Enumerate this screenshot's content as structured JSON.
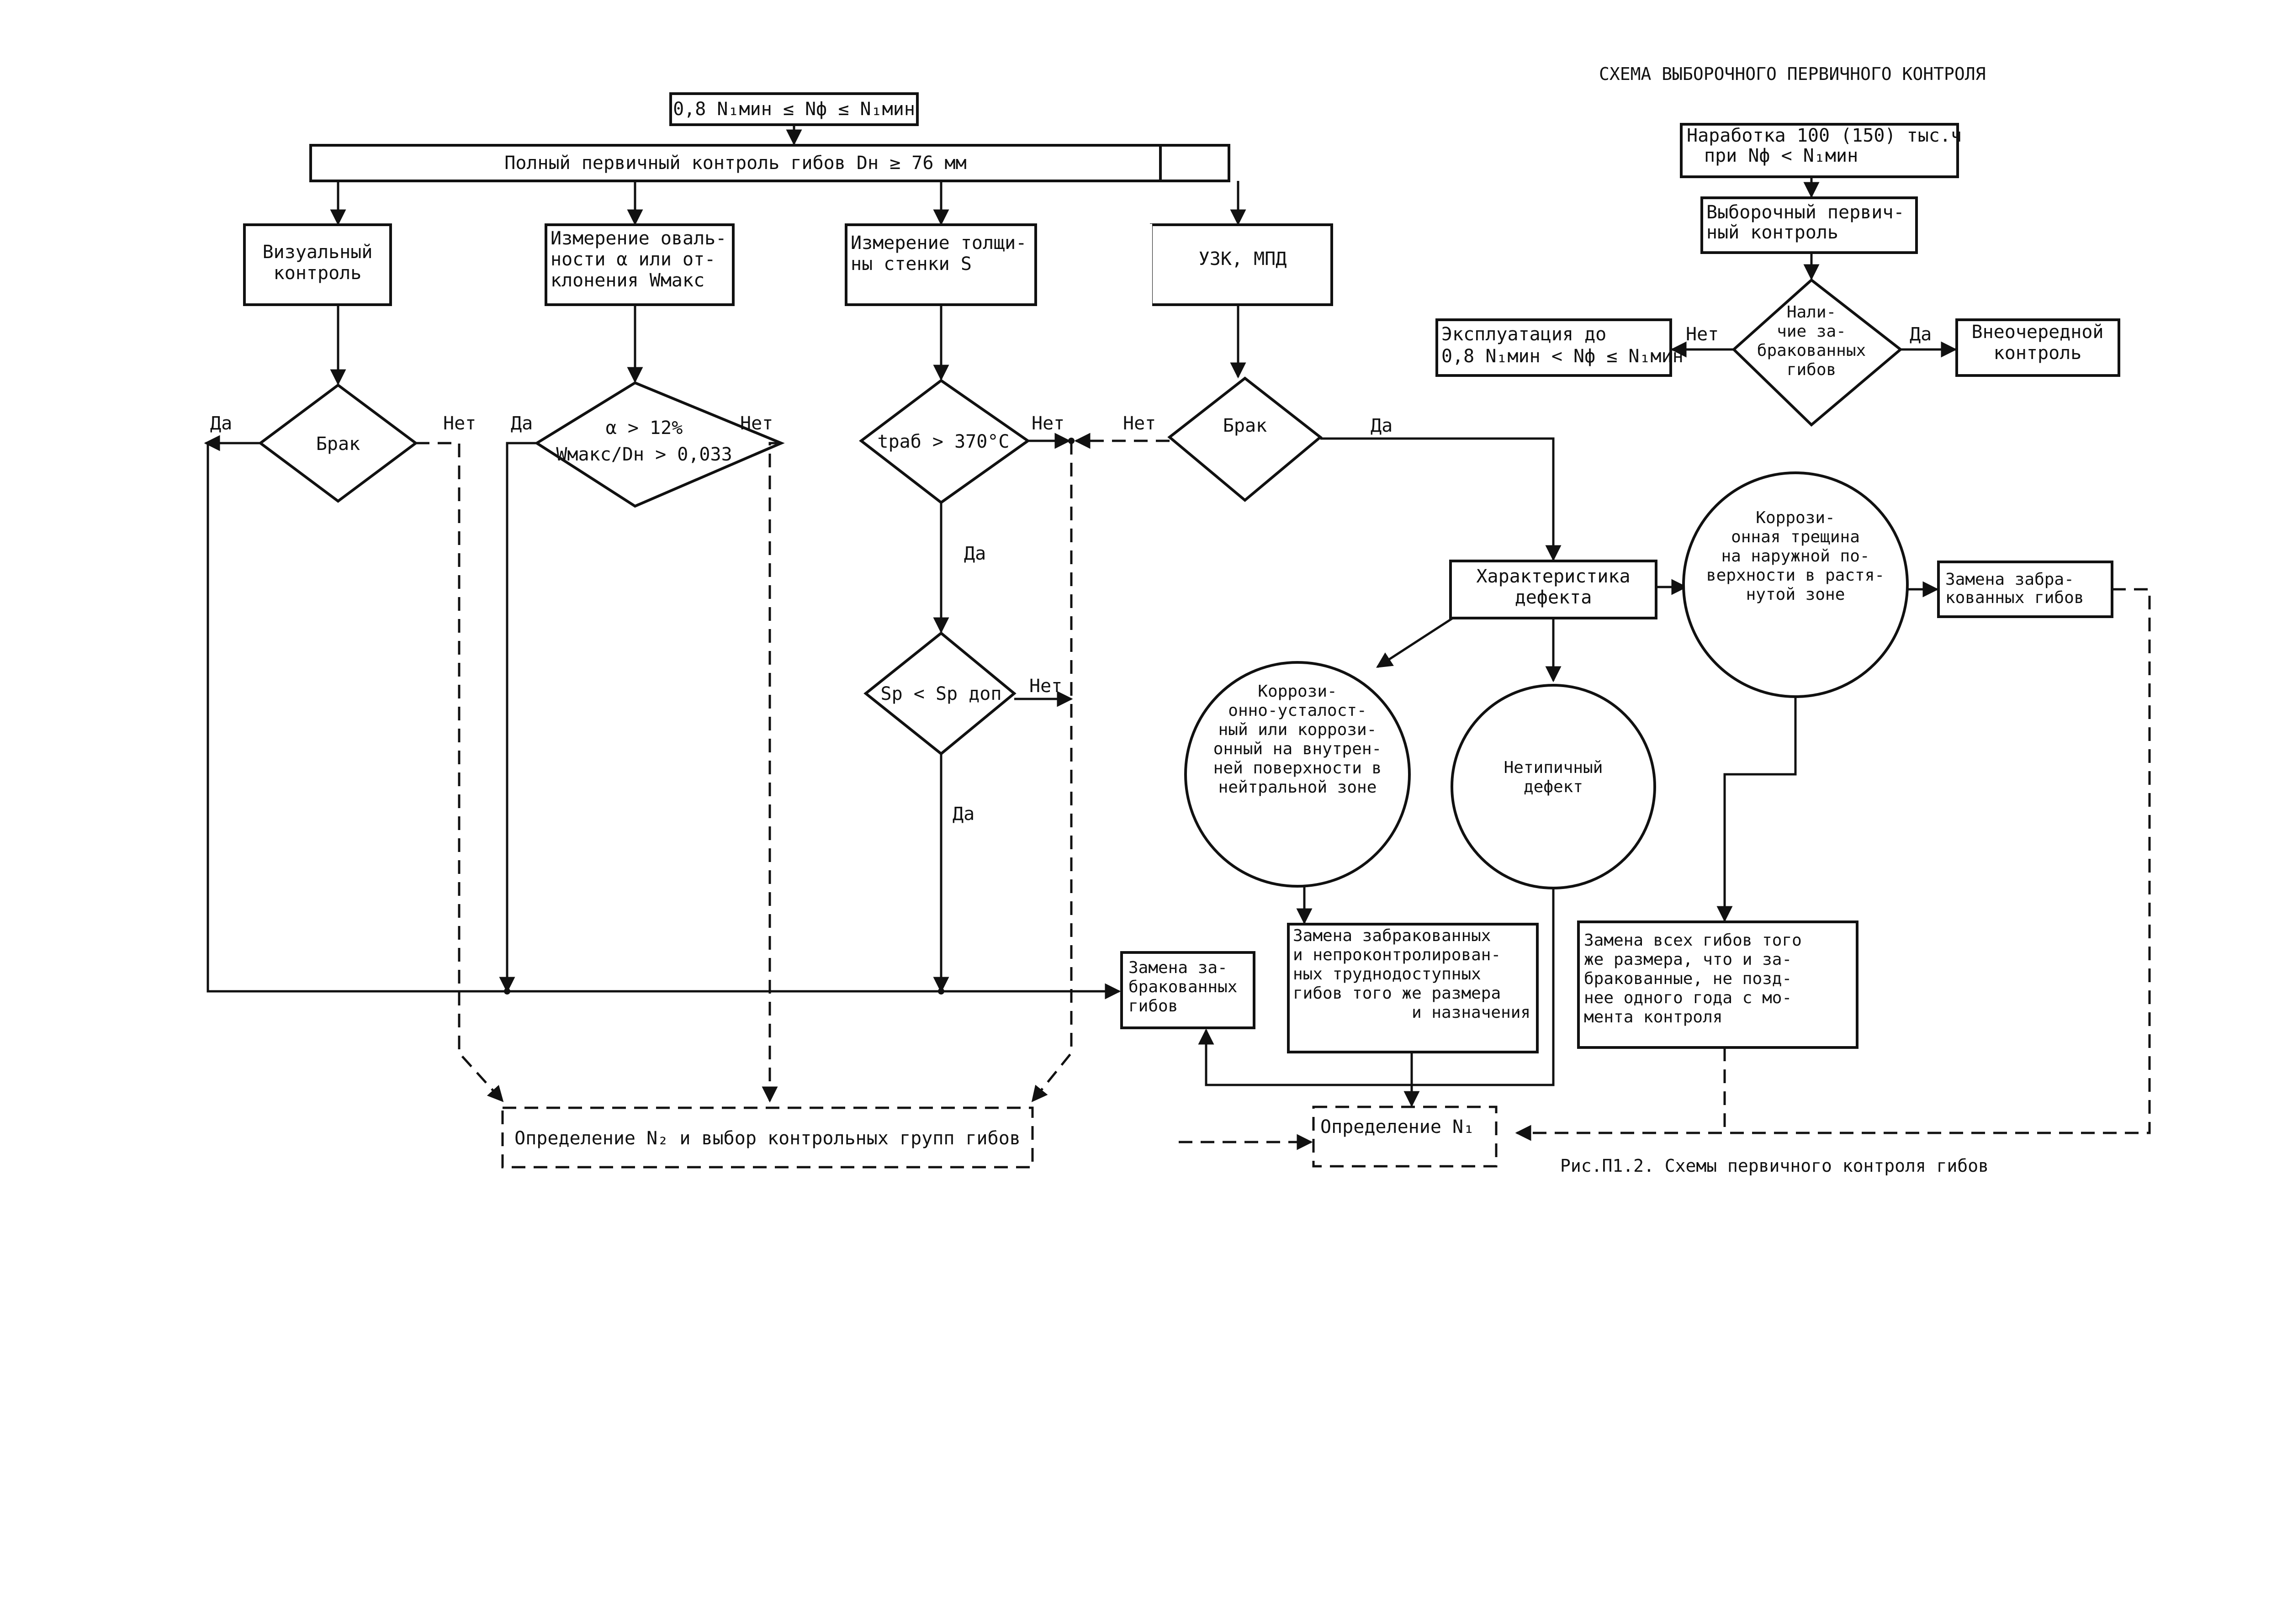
{
  "title": "СХЕМА ВЫБОРОЧНОГО ПЕРВИЧНОГО КОНТРОЛЯ",
  "caption": "Рис.П1.2. Схемы первичного контроля гибов",
  "left": {
    "condition": "0,8 N₁мин ≤ Nф ≤ N₁мин",
    "full_control": "Полный первичный контроль гибов Dн ≥ 76 мм",
    "visual": [
      "Визуальный",
      "контроль"
    ],
    "ovality": [
      "Измерение оваль-",
      "ности α или от-",
      "клонения Wмакс"
    ],
    "thickness": [
      "Измерение толщи-",
      "ны стенки S"
    ],
    "uzk": "УЗК, МПД",
    "brak1": "Брак",
    "ovality_cond": [
      "α > 12%",
      "Wмакс/Dн > 0,033"
    ],
    "temp_cond": "tраб > 370°C",
    "sp_cond": "Sр < Sр доп",
    "brak2": "Брак",
    "replace": [
      "Замена за-",
      "бракованных",
      "гибов"
    ],
    "determine_n2": "Определение N₂ и выбор контрольных групп гибов"
  },
  "labels": {
    "yes": "Да",
    "no": "Нет"
  },
  "right": {
    "defect_char": [
      "Характеристика",
      "дефекта"
    ],
    "corr_fatigue": [
      "Коррози-",
      "онно-усталост-",
      "ный или коррози-",
      "онный на внутрен-",
      "ней поверхности в",
      "нейтральной зоне"
    ],
    "atypical": [
      "Нетипичный",
      "дефект"
    ],
    "corr_crack": [
      "Коррози-",
      "онная трещина",
      "на наружной по-",
      "верхности в растя-",
      "нутой зоне"
    ],
    "replace_crack": [
      "Замена забра-",
      "кованных гибов"
    ],
    "replace_hard": [
      "Замена забракованных",
      "и непроконтролирован-",
      "ных труднодоступных",
      "гибов того же размера",
      "и назначения"
    ],
    "replace_all": [
      "Замена всех гибов того",
      "же размера, что и за-",
      "бракованные, не позд-",
      "нее одного года с мо-",
      "мента контроля"
    ],
    "determine_n1": "Определение N₁"
  },
  "sampling": {
    "operation": [
      "Наработка 100 (150) тыс.ч",
      "при Nф < N₁мин"
    ],
    "selective": [
      "Выборочный первич-",
      "ный контроль"
    ],
    "presence": [
      "Нали-",
      "чие за-",
      "бракованных",
      "гибов"
    ],
    "exploit": [
      "Эксплуатация до",
      "0,8 N₁мин < Nф ≤ N₁мин"
    ],
    "extraordinary": [
      "Внеочередной",
      "контроль"
    ]
  }
}
